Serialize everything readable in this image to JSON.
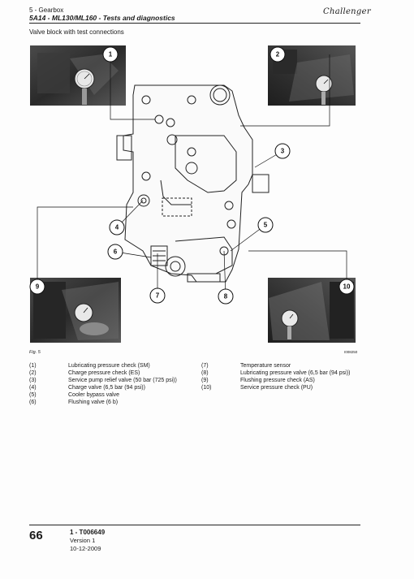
{
  "header": {
    "section": "5 - Gearbox",
    "title": "5A14 - ML130/ML160 - Tests and diagnostics",
    "brand": "Challenger"
  },
  "caption": "Valve block with test connections",
  "figure": {
    "label": "Fig. 5",
    "code": "I008250",
    "callouts": [
      "1",
      "2",
      "3",
      "4",
      "5",
      "6",
      "7",
      "8",
      "9",
      "10"
    ]
  },
  "legend": [
    {
      "num": "(1)",
      "text": "Lubricating pressure check (SM)"
    },
    {
      "num": "(2)",
      "text": "Charge pressure check (ES)"
    },
    {
      "num": "(3)",
      "text": "Service pump relief valve (50 bar (725 psi))"
    },
    {
      "num": "(4)",
      "text": "Charge valve (6,5 bar (94 psi))"
    },
    {
      "num": "(5)",
      "text": "Cooler bypass valve"
    },
    {
      "num": "(6)",
      "text": "Flushing valve (6 b)"
    },
    {
      "num": "(7)",
      "text": "Temperature sensor"
    },
    {
      "num": "(8)",
      "text": "Lubricating pressure valve (6,5 bar (94 psi))"
    },
    {
      "num": "(9)",
      "text": "Flushing pressure check (AS)"
    },
    {
      "num": "(10)",
      "text": "Service pressure check (PU)"
    }
  ],
  "footer": {
    "page": "66",
    "doc": "1 - T006649",
    "version": "Version 1",
    "date": "10-12-2009"
  }
}
